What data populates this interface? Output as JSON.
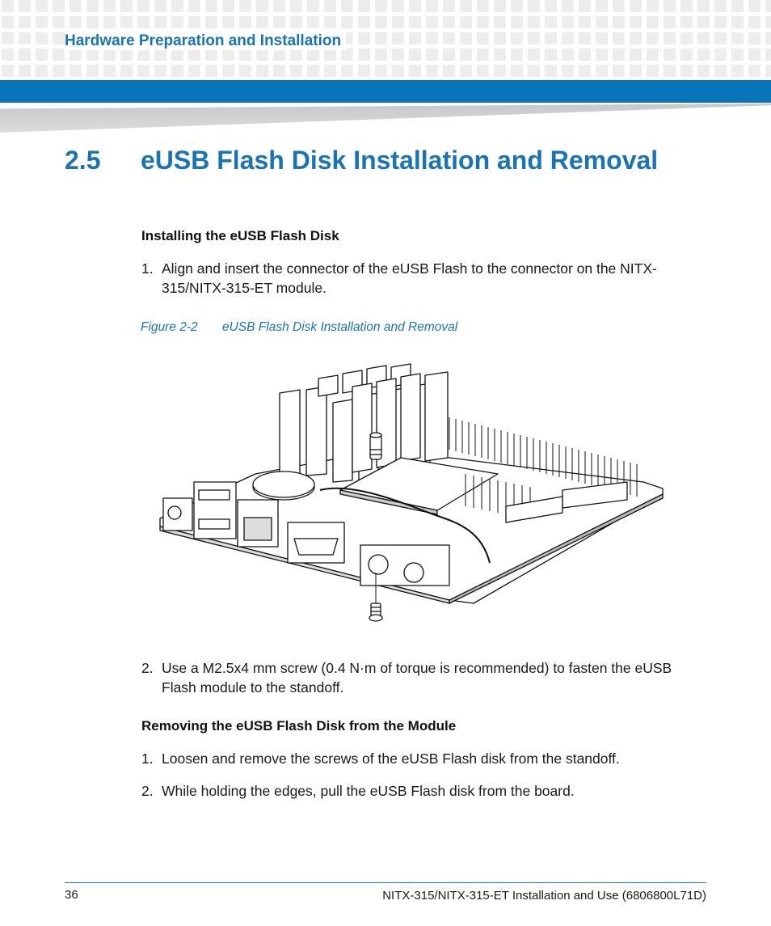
{
  "header": {
    "title": "Hardware Preparation and Installation"
  },
  "section": {
    "number": "2.5",
    "title": "eUSB Flash Disk Installation and Removal"
  },
  "install": {
    "heading": "Installing the eUSB Flash Disk",
    "step1_num": "1.",
    "step1_text": "Align and insert the connector of the eUSB Flash to the connector on the NITX-315/NITX-315-ET module.",
    "step2_num": "2.",
    "step2_text": "Use a M2.5x4 mm screw (0.4 N·m of torque is recommended) to fasten the eUSB Flash module to the standoff."
  },
  "figure": {
    "label": "Figure 2-2",
    "title": "eUSB Flash Disk Installation and Removal"
  },
  "remove": {
    "heading": "Removing the eUSB Flash Disk from the Module",
    "step1_num": "1.",
    "step1_text": "Loosen and remove the screws of the eUSB Flash disk from the standoff.",
    "step2_num": "2.",
    "step2_text": "While holding the edges, pull the eUSB Flash disk from the board."
  },
  "footer": {
    "page": "36",
    "doc": "NITX-315/NITX-315-ET Installation and Use (6806800L71D)"
  },
  "colors": {
    "accent": "#1a73b5",
    "bar": "#0a75ba"
  }
}
